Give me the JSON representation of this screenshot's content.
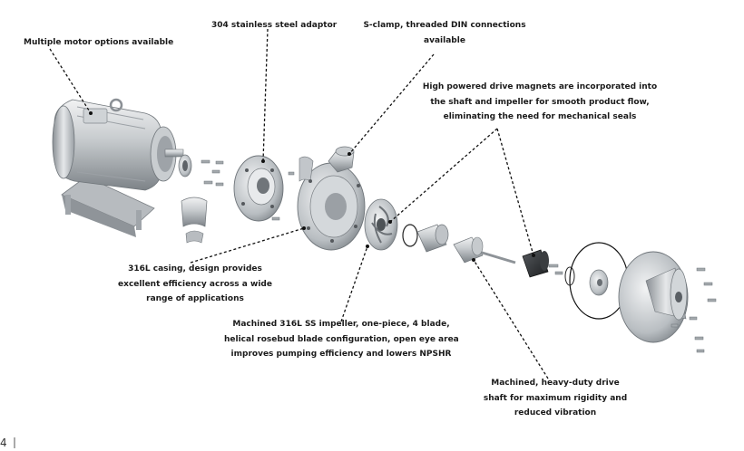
{
  "callouts": {
    "motor": "Multiple motor options available",
    "adaptor": "304 stainless steel adaptor",
    "sclamp": [
      "S-clamp, threaded DIN connections",
      "available"
    ],
    "magnets": [
      "High powered drive magnets are incorporated into",
      "the shaft and impeller for smooth product flow,",
      "eliminating the need for mechanical seals"
    ],
    "casing": [
      "316L casing, design provides",
      "excellent efficiency across a wide",
      "range of applications"
    ],
    "impeller": [
      "Machined 316L SS impeller, one-piece, 4 blade,",
      "helical rosebud blade configuration, open eye area",
      "improves pumping efficiency and lowers NPSHR"
    ],
    "shaft": [
      "Machined, heavy-duty drive",
      "shaft for maximum rigidity and",
      "reduced vibration"
    ]
  },
  "page_number": "4",
  "colors": {
    "text": "#1a1a1a",
    "leader": "#111111",
    "metal_light": "#d9dcdf",
    "metal_dark": "#8e9398"
  }
}
